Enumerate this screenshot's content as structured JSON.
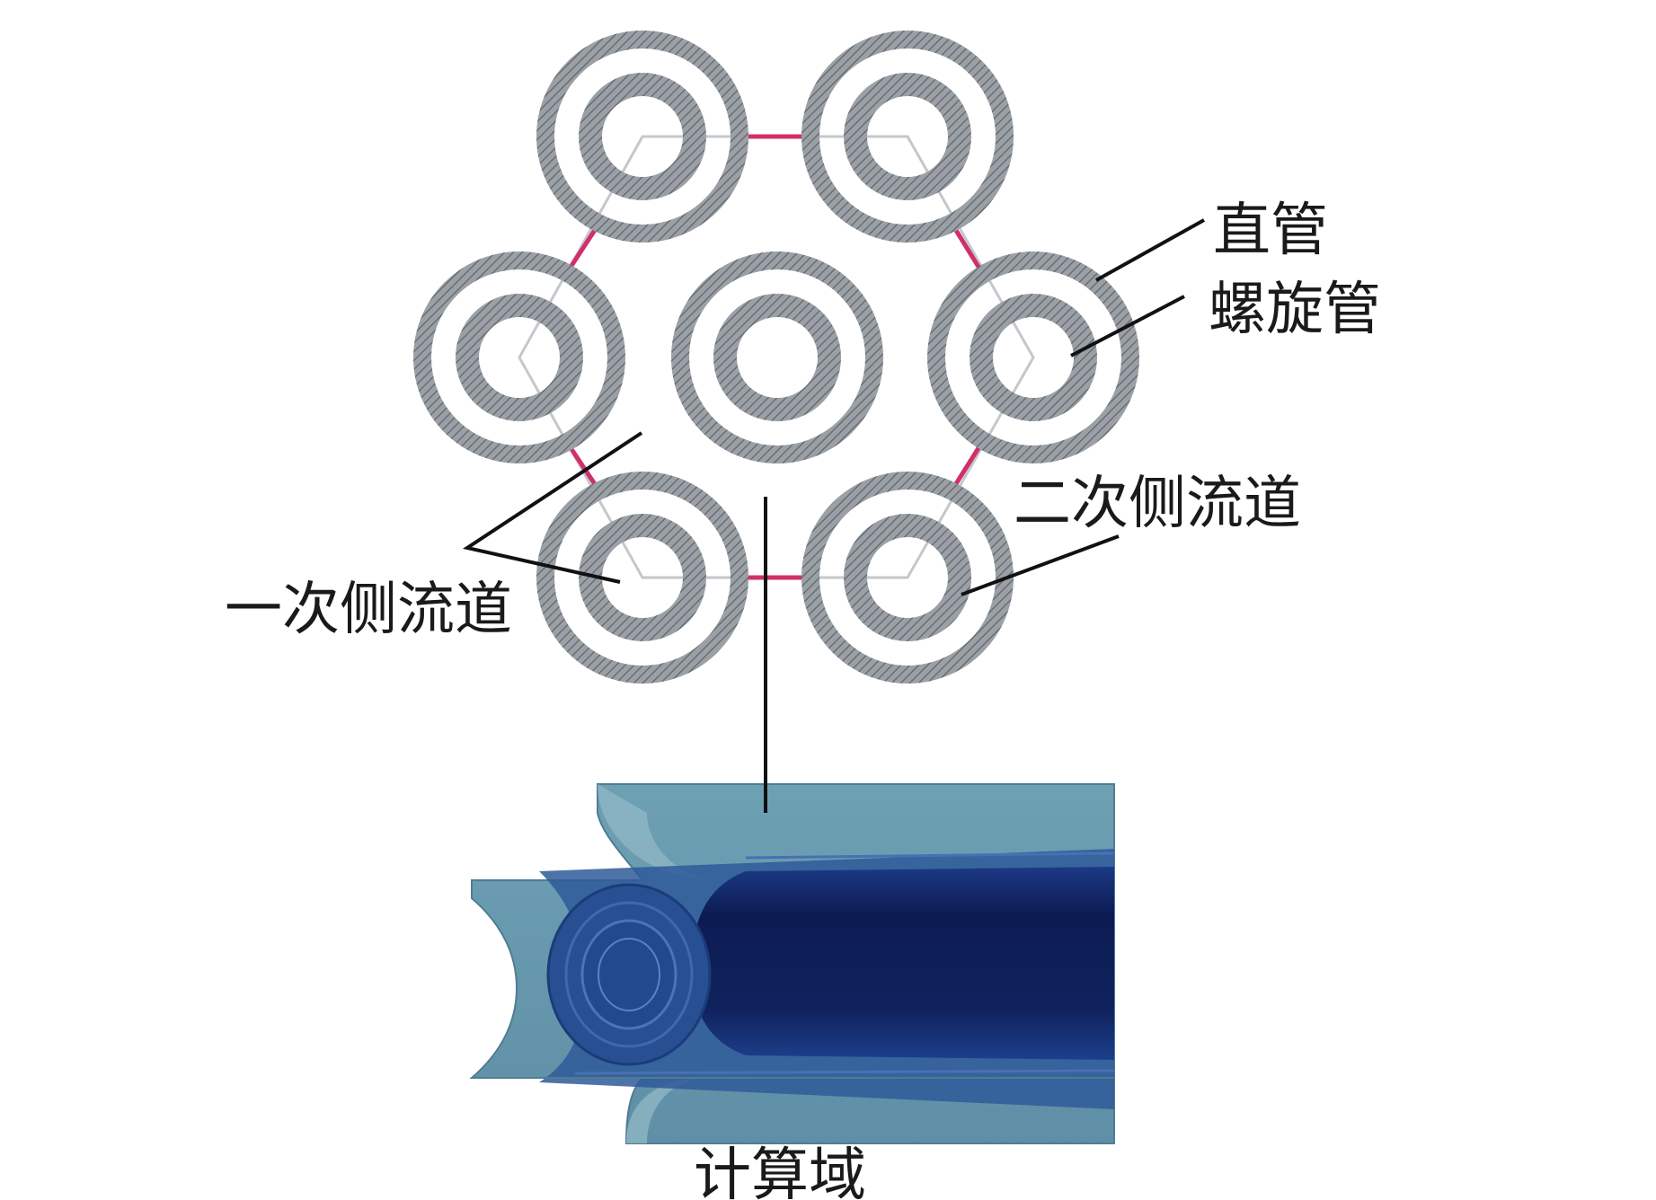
{
  "labels": {
    "straight_tube": "直管",
    "helical_tube": "螺旋管",
    "secondary_channel": "二次侧流道",
    "primary_channel": "一次侧流道",
    "computational_domain": "计算域"
  },
  "colors": {
    "tube_ring": "#8d9297",
    "tube_hatch": "#5e6368",
    "hexagon_boundary": "#d0306a",
    "hex_guide": "#c4c8cc",
    "domain_light": "#6f9eb0",
    "domain_mid": "#2f5a9a",
    "domain_dark": "#0d1e55",
    "leader_line": "#111111"
  },
  "tube_count": 7
}
